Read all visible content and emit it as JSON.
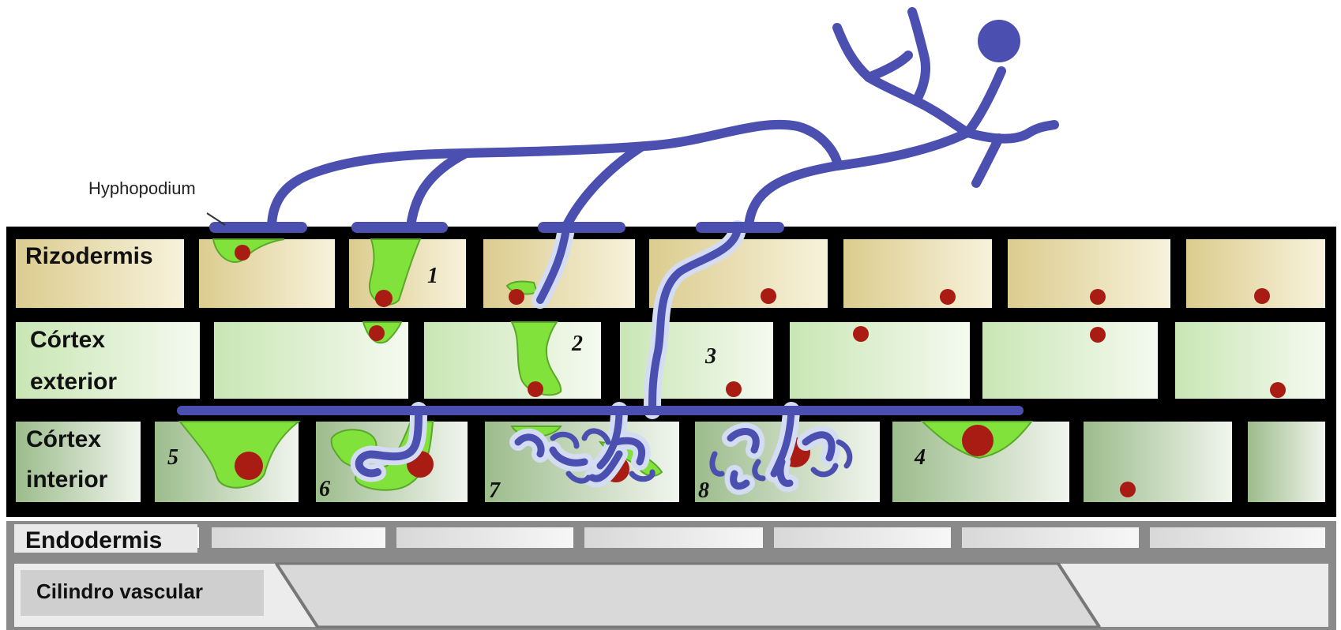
{
  "hyphopodium_label": "Hyphopodium",
  "layers": {
    "rizodermis": "Rizodermis",
    "cortex_exterior_line1": "Córtex",
    "cortex_exterior_line2": "exterior",
    "cortex_interior_line1": "Córtex",
    "cortex_interior_line2": "interior",
    "endodermis": "Endodermis",
    "cilindro_vascular": "Cilindro vascular"
  },
  "stages": [
    "1",
    "2",
    "3",
    "4",
    "5",
    "6",
    "7",
    "8"
  ],
  "colors": {
    "fungus": "#4a4fb0",
    "fungus_outline": "#c9d3f0",
    "nucleus": "#a81c14",
    "cytoplasm": "#7de33a",
    "cell_wall": "#000000",
    "rizodermis_fill": "#e6dcaa",
    "cortex_exterior_fill": "#dff0d2",
    "cortex_interior_fill": "#b4cfa4",
    "endodermis_fill": "#eeeeee",
    "vascular_fill": "#e9e9e9"
  }
}
